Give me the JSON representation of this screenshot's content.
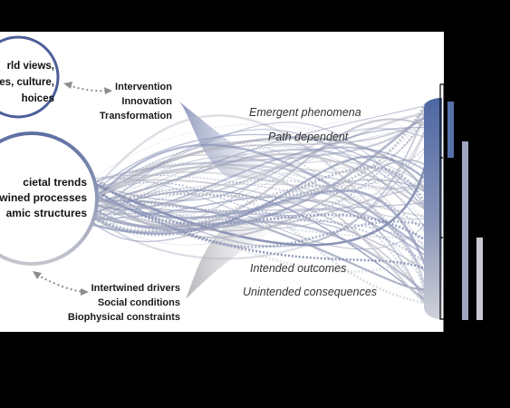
{
  "circle_top": {
    "lines": [
      "rld views,",
      "es, culture,",
      "hoices"
    ]
  },
  "circle_big": {
    "lines": [
      "cietal trends",
      "wined processes",
      "amic structures"
    ]
  },
  "top_right_labels": [
    "Intervention",
    "Innovation",
    "Transformation"
  ],
  "bottom_right_labels": [
    "Intertwined drivers",
    "Social conditions",
    "Biophysical constraints"
  ],
  "phenomena_labels": {
    "emergent": "Emergent phenomena",
    "path": "Path dependent",
    "intended": "Intended outcomes",
    "unintended": "Unintended consequences"
  },
  "colors": {
    "accent_blue": "#5470a6",
    "mid_blue": "#8995b8",
    "light_gray": "#c6c8cf",
    "background": "#000000",
    "panel": "#ffffff"
  }
}
